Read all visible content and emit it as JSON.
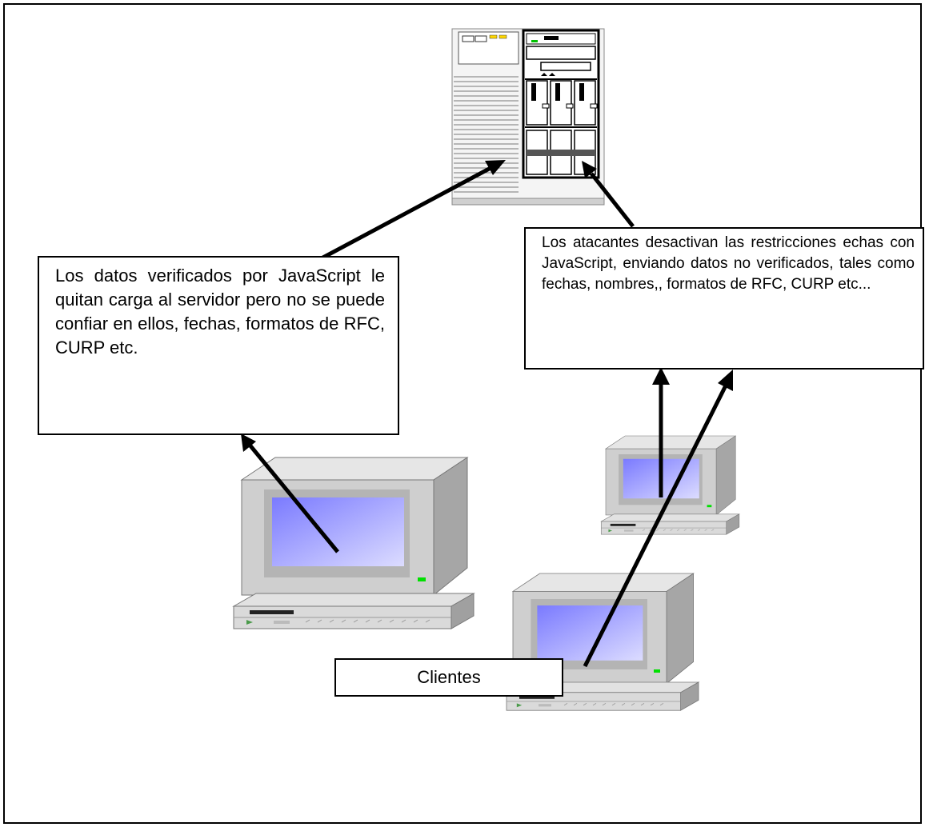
{
  "diagram": {
    "callout_left": "Los datos verificados por JavaScript le quitan carga al servidor pero no se puede confiar en ellos, fechas, formatos de RFC, CURP etc.",
    "callout_right": "Los atacantes desactivan las restricciones echas con JavaScript, enviando datos no verificados, tales como fechas, nombres,, formatos de RFC, CURP etc...",
    "clients_label": "Clientes"
  },
  "icons": [
    "server-icon",
    "computer-icon"
  ],
  "colors": {
    "line": "#000000",
    "case": "#c8c8c8",
    "screen": "#9b9bff",
    "led": "#00ff00"
  }
}
